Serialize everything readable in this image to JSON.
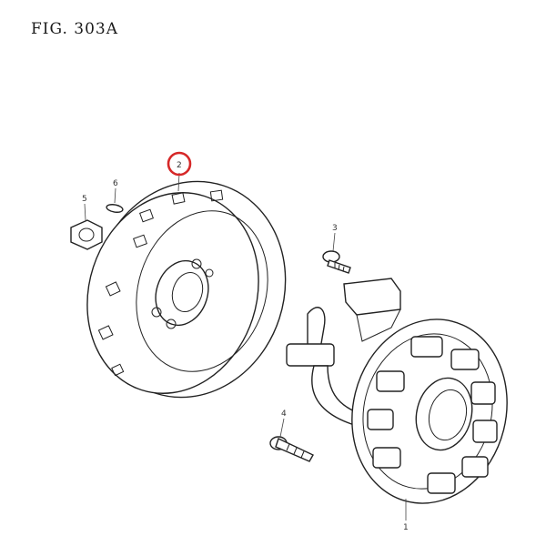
{
  "title": "FIG. 303A",
  "callouts": [
    {
      "part": "flywheel-rotor",
      "number": "2",
      "highlighted": true
    },
    {
      "part": "flywheel-nut",
      "number": "5",
      "highlighted": false
    },
    {
      "part": "woodruff-key",
      "number": "6",
      "highlighted": false
    },
    {
      "part": "stator-screw",
      "number": "3",
      "highlighted": false
    },
    {
      "part": "pickup-bolt",
      "number": "4",
      "highlighted": false
    },
    {
      "part": "stator-coil",
      "number": "1",
      "highlighted": false
    }
  ],
  "colors": {
    "highlight_ring": "#d62828",
    "line": "#222222",
    "background": "#ffffff"
  }
}
